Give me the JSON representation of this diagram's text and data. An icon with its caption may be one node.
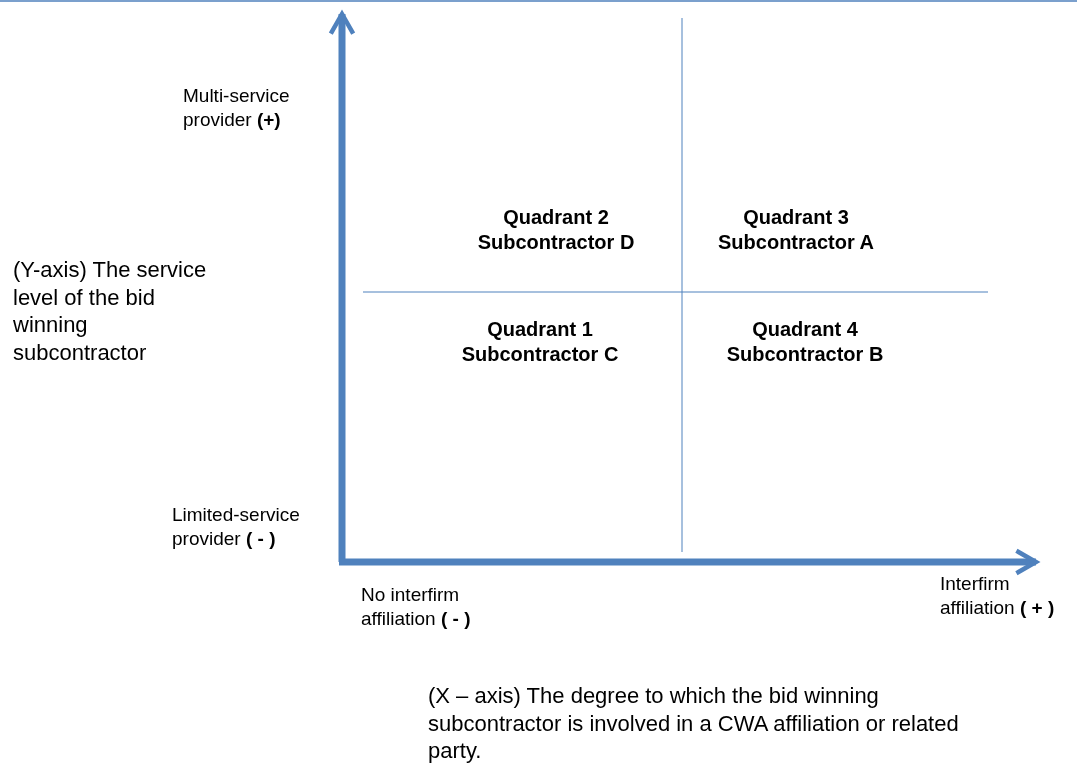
{
  "diagram": {
    "labels": [
      "Multi-service provider **(+)**",
      "Quadrant 2 Subcontractor D",
      "Quadrant 3 Subcontractor A",
      "(Y-axis) The service level of the bid winning subcontractor",
      "Quadrant 1 Subcontractor C",
      "Quadrant 4 Subcontractor B",
      "Limited-service provider **( - )**",
      "No interfirm affiliation **( - )**",
      "Interfirm affiliation **( + )**",
      "(X – axis) The degree to which the bid winning subcontractor is involved in a CWA  affiliation or related party."
    ]
  }
}
